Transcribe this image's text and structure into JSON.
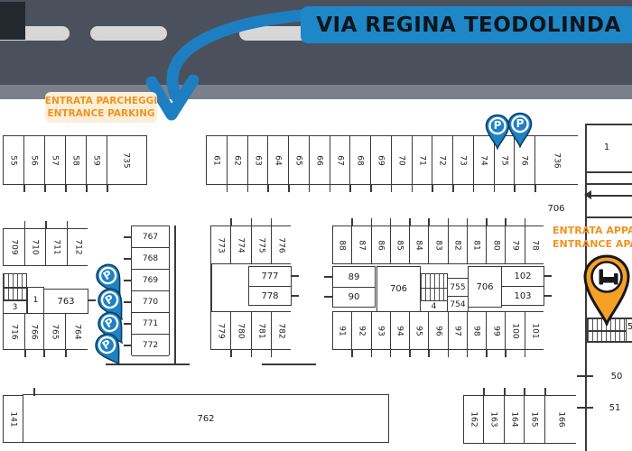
{
  "banner": {
    "text": "VIA REGINA TEODOLINDA"
  },
  "entrance_parking": {
    "line1": "ENTRATA PARCHEGGI",
    "line2": "ENTRANCE PARKING"
  },
  "entrance_apartments": {
    "line1": "ENTRATA APPART",
    "line2": "ENTRANCE APAR"
  },
  "pin": {
    "letter": "P"
  },
  "colors": {
    "banner_blue": "#1d87c8",
    "pin_blue": "#1e82c4",
    "accent_orange": "#f0941f",
    "road_gray": "#4b515c"
  },
  "rows": {
    "street_left": [
      "55",
      "56",
      "57",
      "58",
      "59",
      "735"
    ],
    "street_mid": [
      "61",
      "62",
      "63",
      "64",
      "65",
      "66",
      "67",
      "68",
      "69",
      "70",
      "71",
      "72",
      "73",
      "74",
      "75",
      "76",
      "736"
    ],
    "block_left_top": [
      "709",
      "710",
      "711",
      "712"
    ],
    "block_left_bottom": [
      "716",
      "766",
      "765",
      "764"
    ],
    "column_mid": [
      "767",
      "768",
      "769",
      "770",
      "771",
      "772"
    ],
    "block_mid_top": [
      "773",
      "774",
      "775",
      "776"
    ],
    "block_mid_bottom": [
      "779",
      "780",
      "781",
      "782"
    ],
    "block_right_top": [
      "88",
      "87",
      "86",
      "85",
      "84",
      "83",
      "82",
      "81",
      "80",
      "79",
      "78"
    ],
    "block_right_bottom": [
      "91",
      "92",
      "93",
      "94",
      "95",
      "96",
      "97",
      "98",
      "99",
      "100",
      "101"
    ],
    "bottom_right": [
      "162",
      "163",
      "164",
      "165",
      "166"
    ]
  },
  "cells": {
    "c3": "3",
    "c1_mid": "1",
    "c763": "763",
    "c777": "777",
    "c778": "778",
    "c89": "89",
    "c90": "90",
    "c706_a": "706",
    "c706_b": "706",
    "c755": "755",
    "c754": "754",
    "c4": "4",
    "c102": "102",
    "c103": "103",
    "c141": "141",
    "c762": "762",
    "c1_right": "1",
    "c706_free": "706",
    "c5": "5",
    "c50": "50",
    "c51": "51"
  }
}
